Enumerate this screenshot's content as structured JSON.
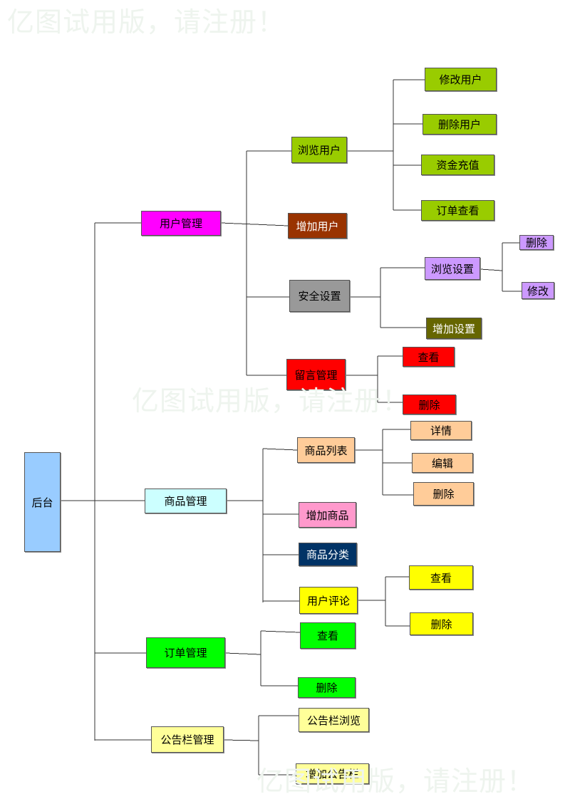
{
  "watermark": "亿图试用版，请注册！",
  "nodes": {
    "root": {
      "label": "后台",
      "fill": "#99ccff"
    },
    "user_mgmt": {
      "label": "用户管理",
      "fill": "#ff00ff"
    },
    "browse_users": {
      "label": "浏览用户",
      "fill": "#99cc00"
    },
    "edit_user": {
      "label": "修改用户",
      "fill": "#99cc00"
    },
    "delete_user": {
      "label": "删除用户",
      "fill": "#99cc00"
    },
    "recharge": {
      "label": "资金充值",
      "fill": "#99cc00"
    },
    "order_view_user": {
      "label": "订单查看",
      "fill": "#99cc00"
    },
    "add_user": {
      "label": "增加用户",
      "fill": "#993300"
    },
    "security": {
      "label": "安全设置",
      "fill": "#999999"
    },
    "browse_settings": {
      "label": "浏览设置",
      "fill": "#cc99ff"
    },
    "settings_delete": {
      "label": "删除",
      "fill": "#cc99ff"
    },
    "settings_edit": {
      "label": "修改",
      "fill": "#cc99ff"
    },
    "add_settings": {
      "label": "增加设置",
      "fill": "#666600"
    },
    "messages": {
      "label": "留言管理",
      "fill": "#ff0000"
    },
    "msg_view": {
      "label": "查看",
      "fill": "#ff0000"
    },
    "msg_delete": {
      "label": "删除",
      "fill": "#ff0000"
    },
    "goods_mgmt": {
      "label": "商品管理",
      "fill": "#ccffff"
    },
    "goods_list": {
      "label": "商品列表",
      "fill": "#ffcc99"
    },
    "goods_detail": {
      "label": "详情",
      "fill": "#ffcc99"
    },
    "goods_edit": {
      "label": "编辑",
      "fill": "#ffcc99"
    },
    "goods_delete": {
      "label": "删除",
      "fill": "#ffcc99"
    },
    "add_goods": {
      "label": "增加商品",
      "fill": "#ff99cc"
    },
    "goods_category": {
      "label": "商品分类",
      "fill": "#003366"
    },
    "user_comments": {
      "label": "用户评论",
      "fill": "#ffff00"
    },
    "comment_view": {
      "label": "查看",
      "fill": "#ffff00"
    },
    "comment_delete": {
      "label": "删除",
      "fill": "#ffff00"
    },
    "order_mgmt": {
      "label": "订单管理",
      "fill": "#00ff00"
    },
    "order_view": {
      "label": "查看",
      "fill": "#00ff00"
    },
    "order_delete": {
      "label": "删除",
      "fill": "#00ff00"
    },
    "notice_mgmt": {
      "label": "公告栏管理",
      "fill": "#ffff99"
    },
    "notice_browse": {
      "label": "公告栏浏览",
      "fill": "#ffff99"
    },
    "notice_add": {
      "label": "增加公告栏",
      "fill": "#ffff99"
    }
  }
}
